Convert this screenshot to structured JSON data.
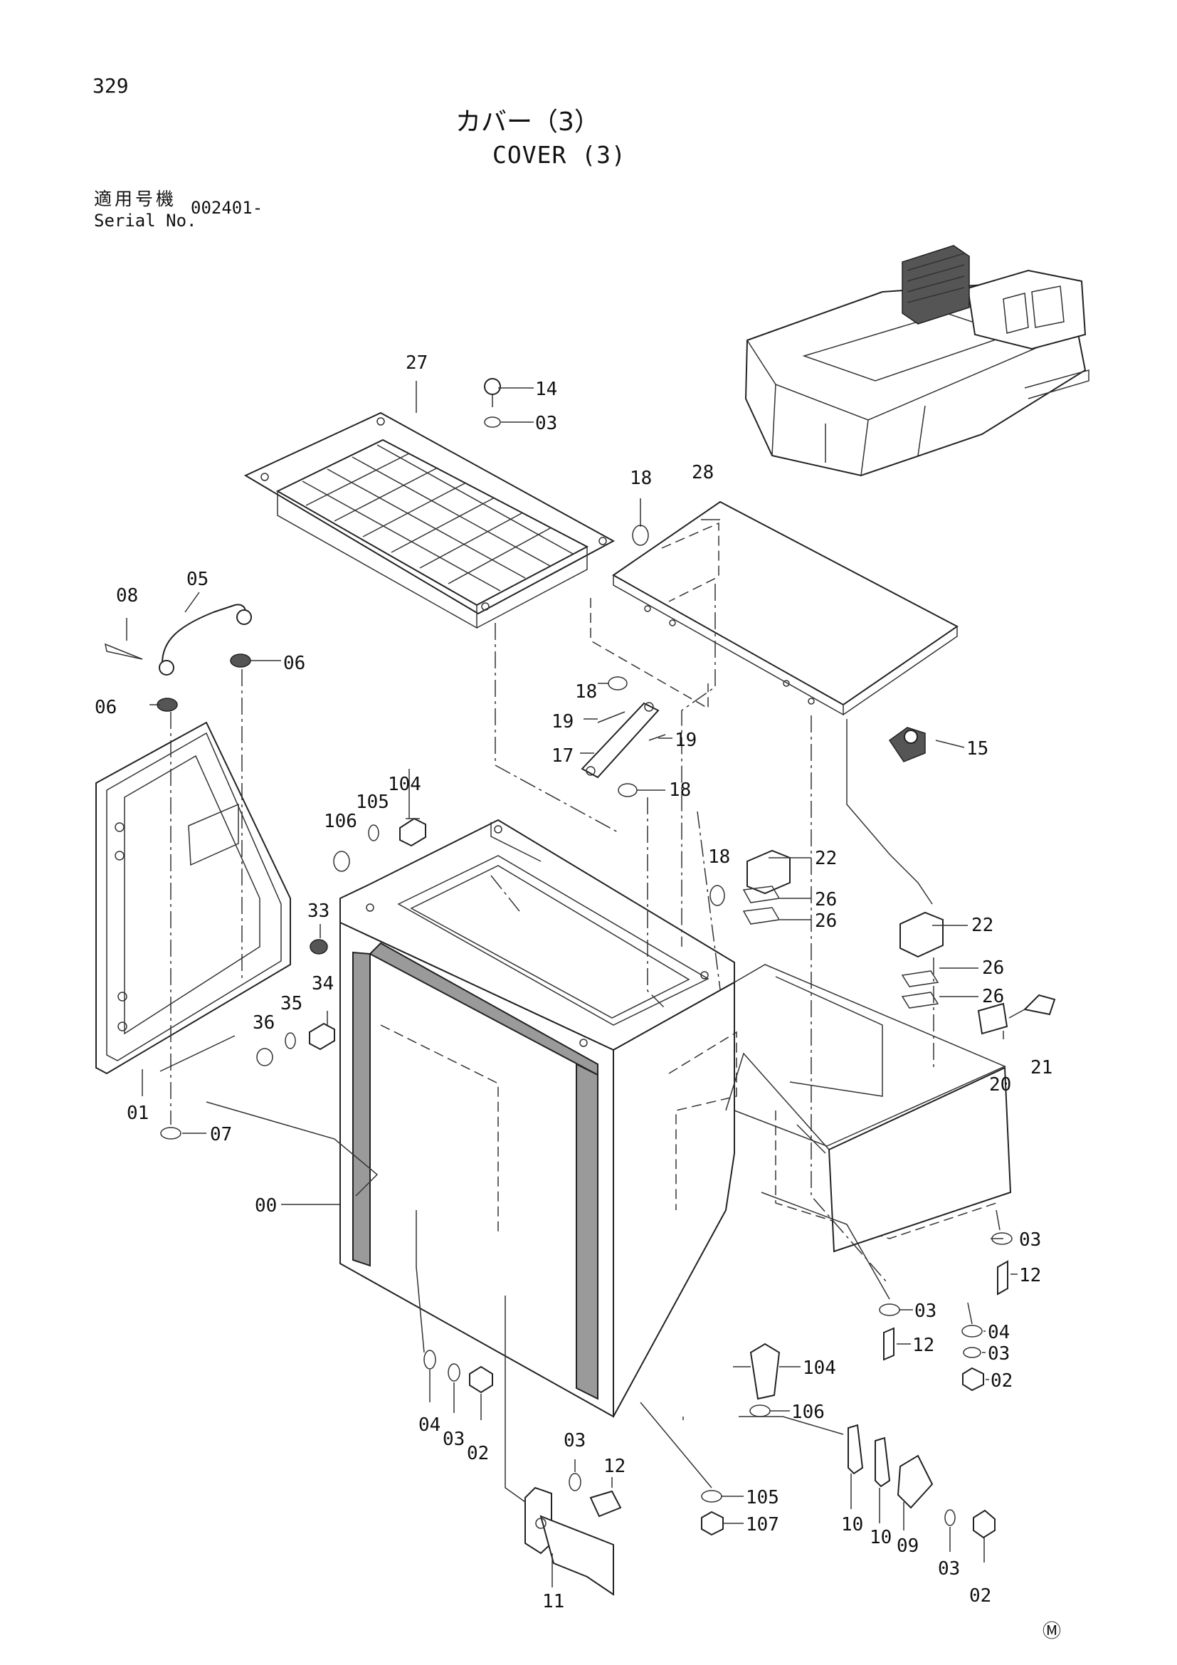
{
  "header": {
    "page_number": "329",
    "title_ja": "カバー（3）",
    "title_en": "COVER (3)",
    "serial_label_ja": "適用号機",
    "serial_label_en": "Serial No.",
    "serial_value": "002401-"
  },
  "callouts": {
    "c27": "27",
    "c14": "14",
    "c03a": "03",
    "c18a": "18",
    "c28": "28",
    "c08": "08",
    "c05": "05",
    "c06a": "06",
    "c06b": "06",
    "c18b": "18",
    "c19a": "19",
    "c19b": "19",
    "c17": "17",
    "c18c": "18",
    "c15": "15",
    "c104a": "104",
    "c105a": "105",
    "c106a": "106",
    "c18d": "18",
    "c22a": "22",
    "c26a": "26",
    "c26b": "26",
    "c22b": "22",
    "c26c": "26",
    "c26d": "26",
    "c21": "21",
    "c20": "20",
    "c33": "33",
    "c34": "34",
    "c35": "35",
    "c36": "36",
    "c01": "01",
    "c07": "07",
    "c00": "00",
    "c03b": "03",
    "c12a": "12",
    "c03c": "03",
    "c04a": "04",
    "c12b": "12",
    "c03d": "03",
    "c02a": "02",
    "c104b": "104",
    "c106b": "106",
    "c04b": "04",
    "c03e": "03",
    "c02b": "02",
    "c03f": "03",
    "c12c": "12",
    "c105b": "105",
    "c107": "107",
    "c10a": "10",
    "c10b": "10",
    "c09": "09",
    "c03g": "03",
    "c02c": "02",
    "c11": "11",
    "mark": "Ⓜ"
  }
}
